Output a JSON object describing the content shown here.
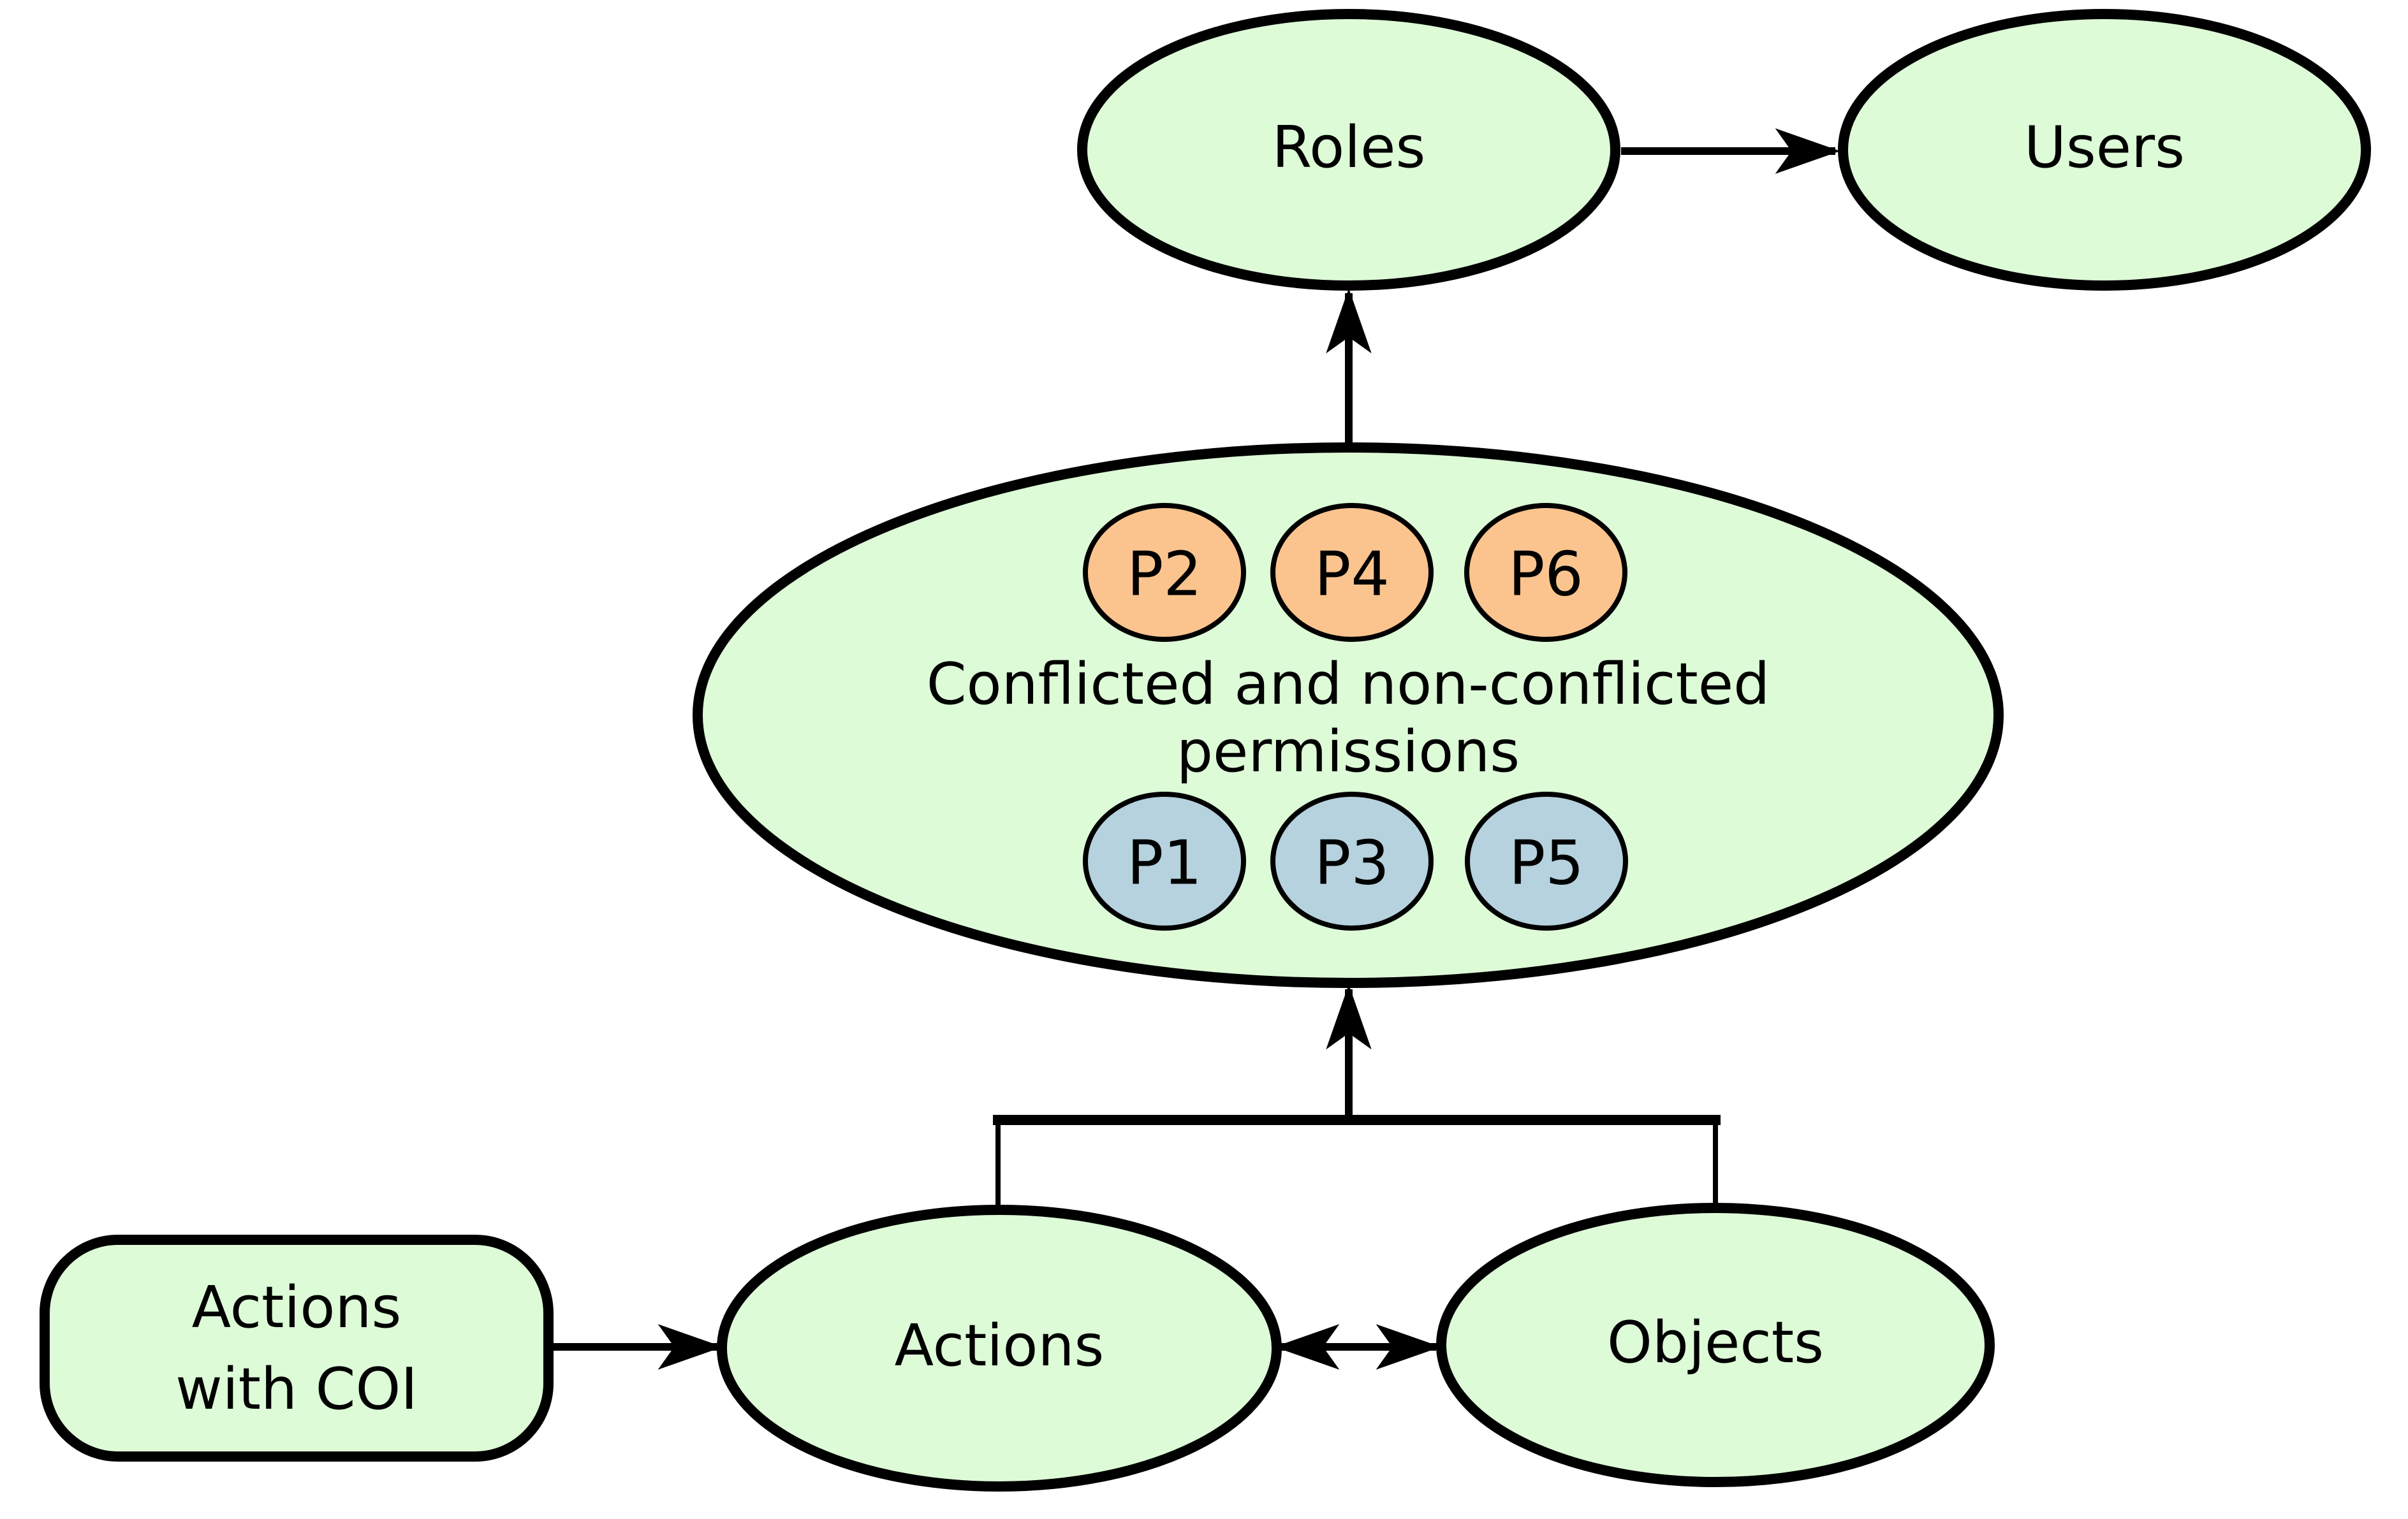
{
  "background": "#ffffff",
  "colors": {
    "node_fill": "#ddfbd7",
    "conflicted_chip_fill": "#fbc48e",
    "non_conflicted_chip_fill": "#b5d2de",
    "stroke": "#000000"
  },
  "nodes": {
    "roles": {
      "label": "Roles"
    },
    "users": {
      "label": "Users"
    },
    "permissions": {
      "line1": "Conflicted and non-conflicted",
      "line2": "permissions"
    },
    "actions_with_coi": {
      "line1": "Actions",
      "line2": "with COI"
    },
    "actions": {
      "label": "Actions"
    },
    "objects": {
      "label": "Objects"
    }
  },
  "permissions_chips": {
    "conflicted": [
      "P2",
      "P4",
      "P6"
    ],
    "non_conflicted": [
      "P1",
      "P3",
      "P5"
    ]
  },
  "edges": [
    {
      "from": "Conflicted and non-conflicted permissions",
      "to": "Roles",
      "style": "arrow"
    },
    {
      "from": "Roles",
      "to": "Users",
      "style": "arrow"
    },
    {
      "from": "Actions and Objects",
      "to": "Conflicted and non-conflicted permissions",
      "style": "arrow"
    },
    {
      "from": "Actions with COI",
      "to": "Actions",
      "style": "arrow"
    },
    {
      "from": "Actions",
      "to": "Objects",
      "style": "double-arrow"
    }
  ]
}
